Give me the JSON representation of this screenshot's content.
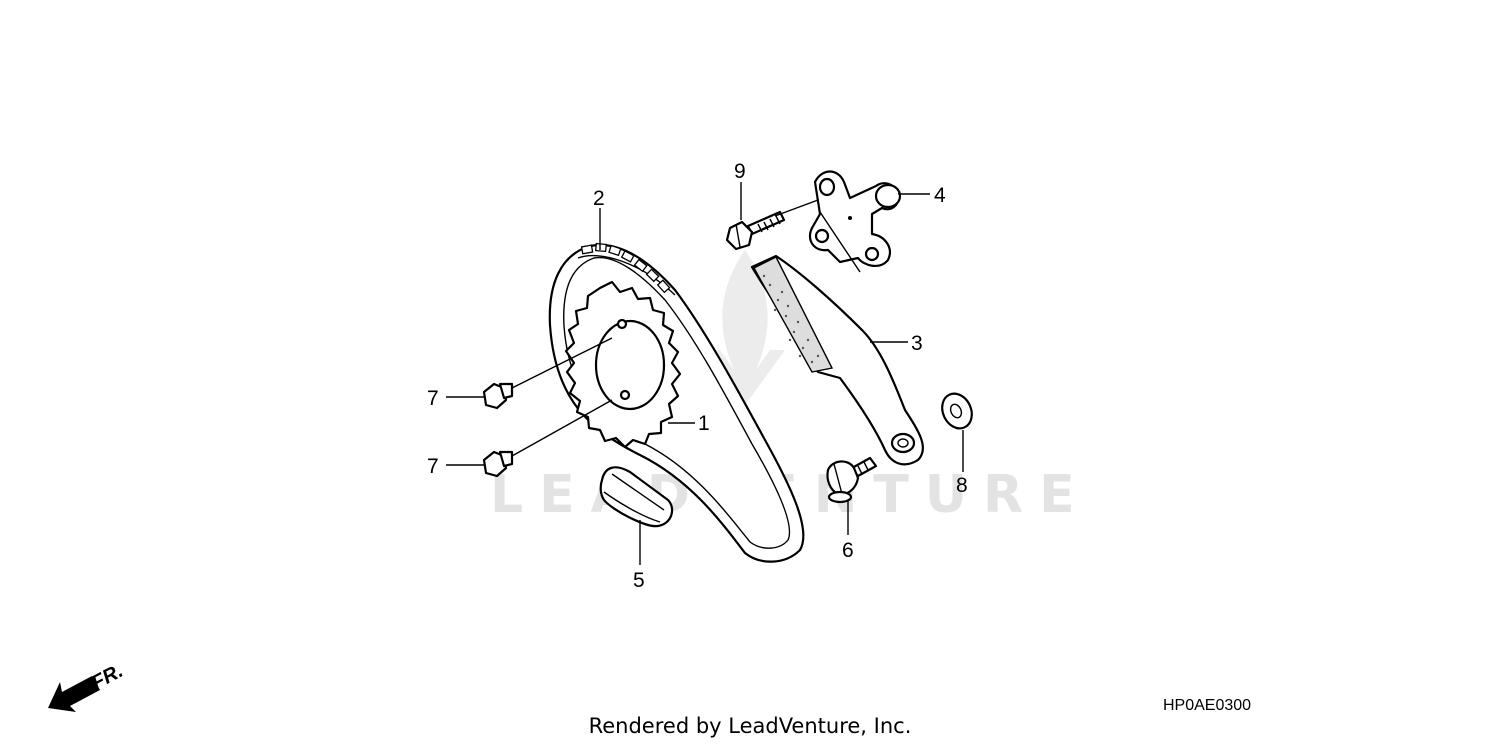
{
  "watermark": "LEADVENTURE",
  "callouts": [
    {
      "id": "c1",
      "text": "1"
    },
    {
      "id": "c2",
      "text": "2"
    },
    {
      "id": "c3",
      "text": "3"
    },
    {
      "id": "c4",
      "text": "4"
    },
    {
      "id": "c5",
      "text": "5"
    },
    {
      "id": "c6",
      "text": "6"
    },
    {
      "id": "c7a",
      "text": "7"
    },
    {
      "id": "c7b",
      "text": "7"
    },
    {
      "id": "c8",
      "text": "8"
    },
    {
      "id": "c9",
      "text": "9"
    }
  ],
  "direction_label": "FR.",
  "diagram_code": "HP0AE0300",
  "footer": "Rendered by LeadVenture, Inc."
}
